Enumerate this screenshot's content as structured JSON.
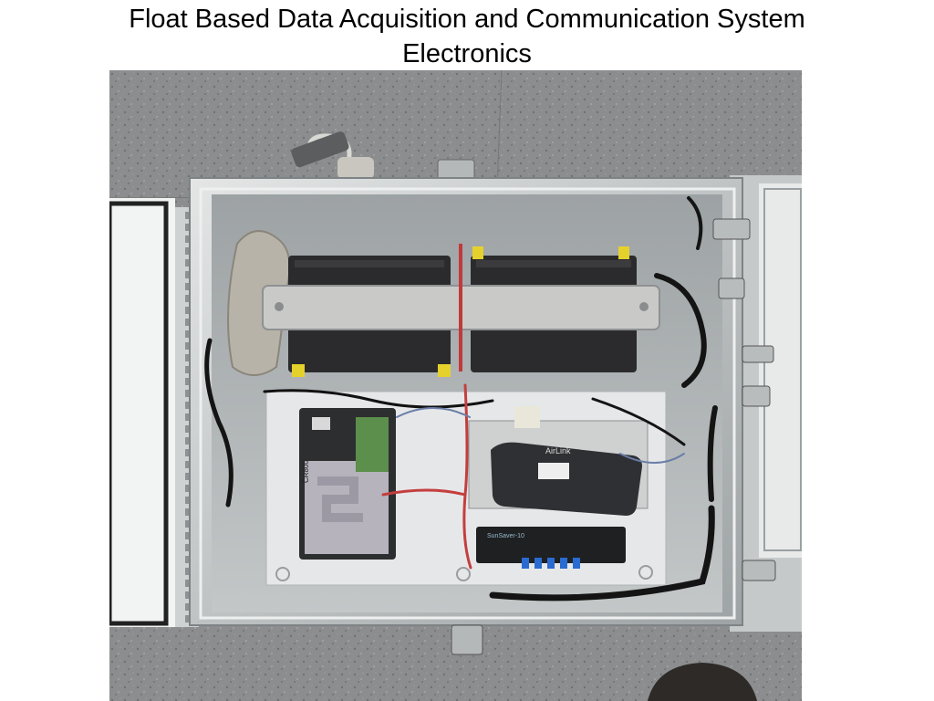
{
  "slide": {
    "title_line1": "Float Based Data Acquisition and Communication System",
    "title_line2": "Electronics"
  },
  "photo": {
    "device_labels": {
      "modem_brand": "AirLink",
      "logger_model": "CR800",
      "charge_controller": "SunSaver-10"
    },
    "colors": {
      "ground": "#8a8c8e",
      "enclosure": "#c9cccc",
      "battery": "#2a2a2c",
      "backplate": "#e6e7e9"
    }
  }
}
